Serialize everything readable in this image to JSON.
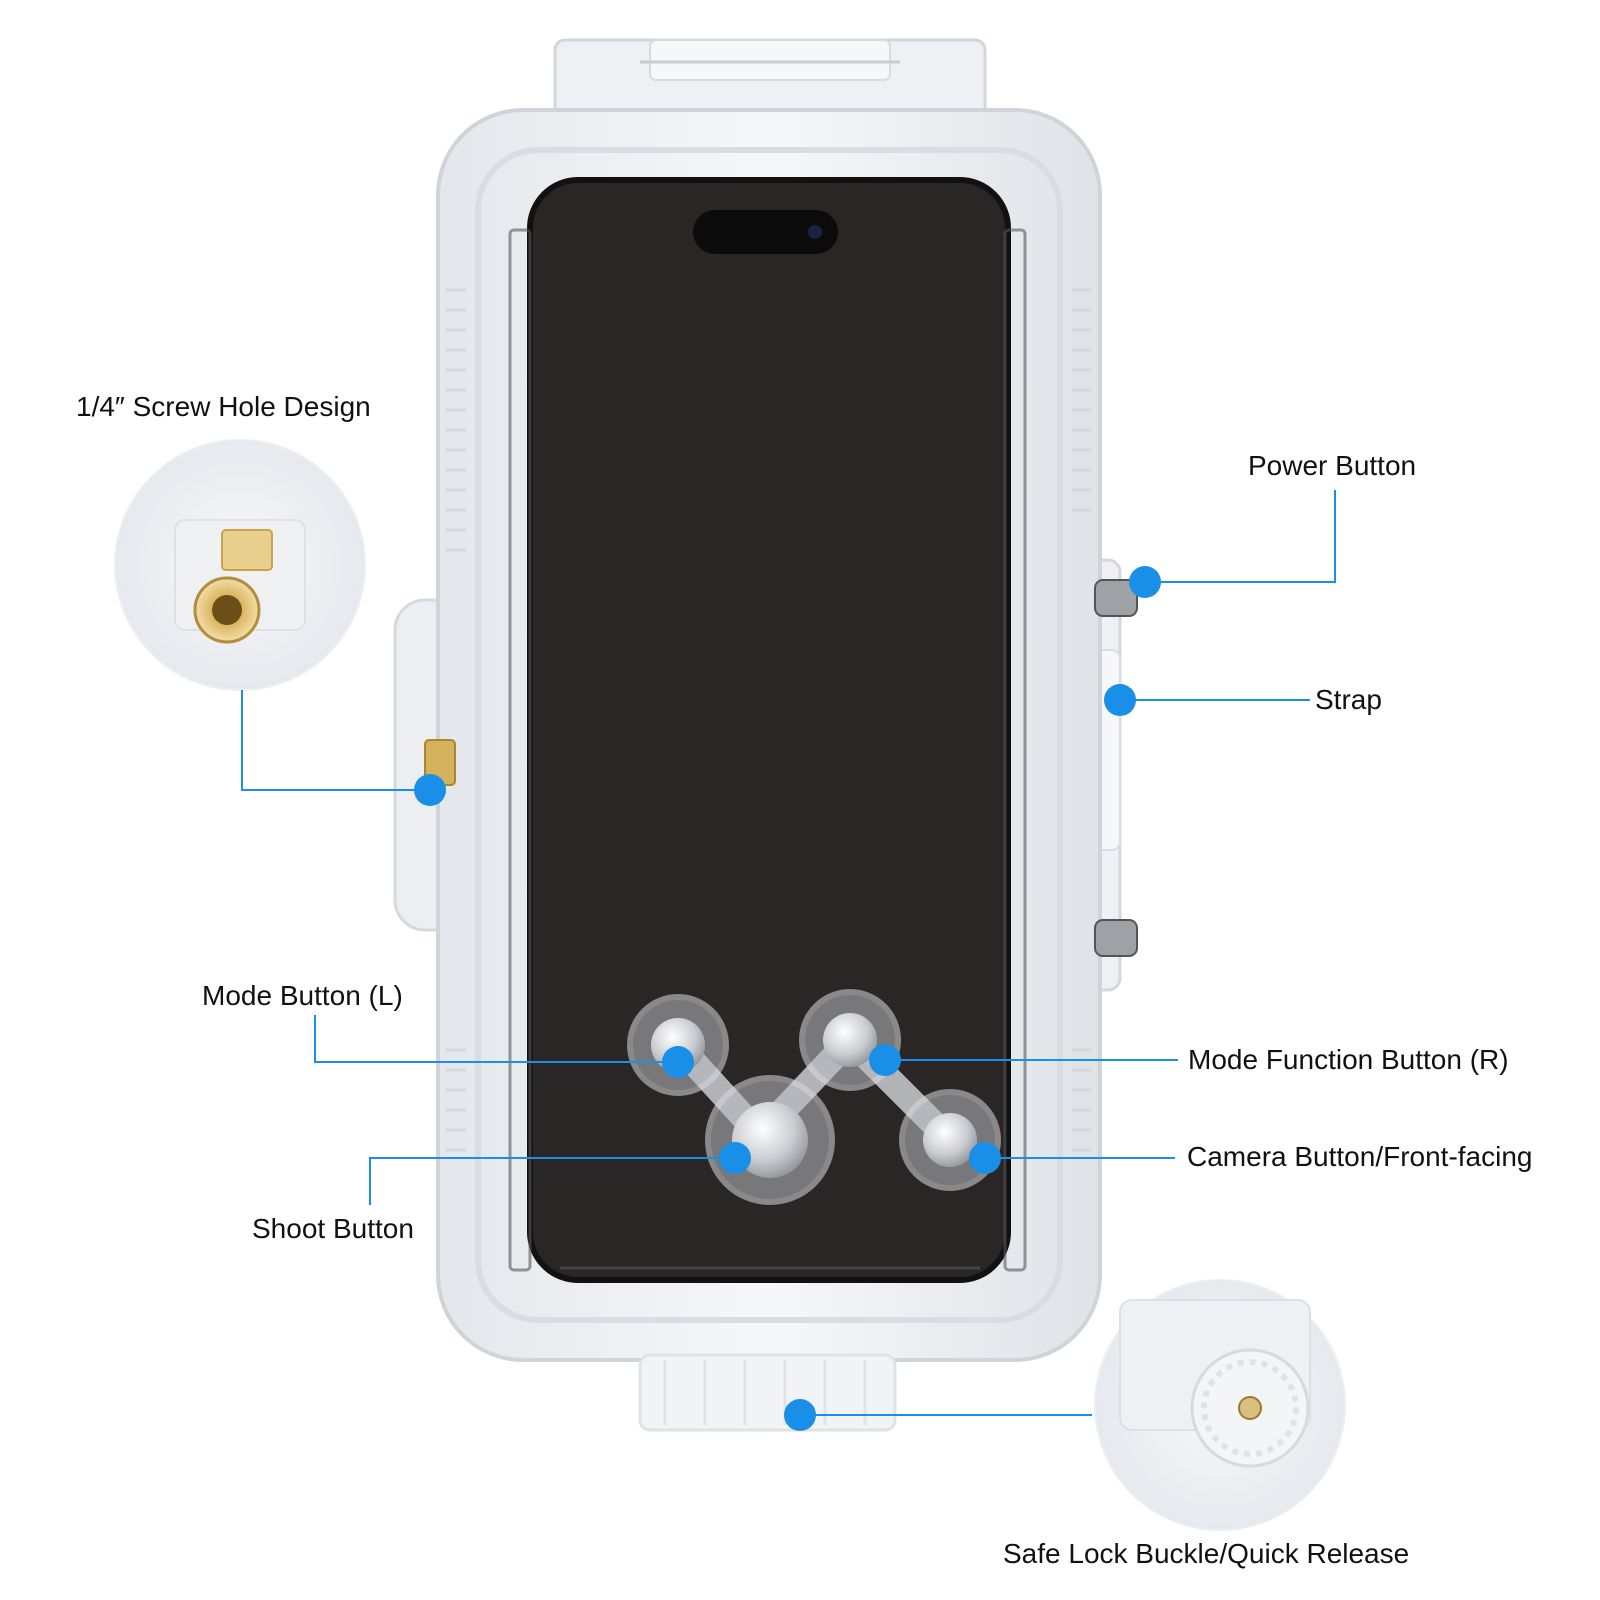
{
  "labels": {
    "screw_hole": "1/4″ Screw Hole Design",
    "power_button": "Power Button",
    "strap": "Strap",
    "mode_button_l": "Mode Button (L)",
    "mode_function_button_r": "Mode Function Button (R)",
    "camera_button": "Camera Button/Front-facing",
    "shoot_button": "Shoot Button",
    "safe_lock": "Safe Lock Buckle/Quick Release"
  },
  "colors": {
    "callout_blue": "#1a8fe8",
    "screen": "#2a2626",
    "case_frame": "#d9dde2",
    "brass": "#c9a24a"
  }
}
